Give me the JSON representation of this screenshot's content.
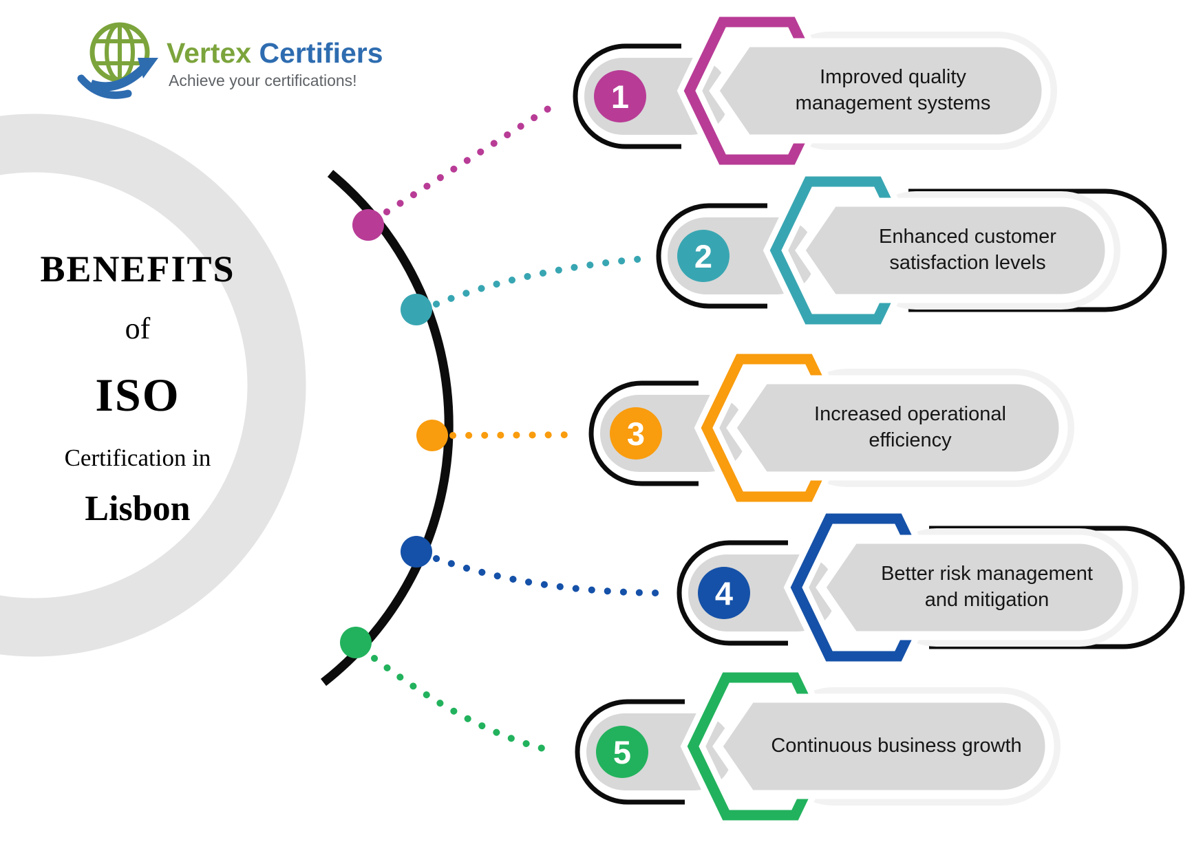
{
  "logo": {
    "brand_first": "Vertex",
    "brand_second": "Certifiers",
    "tagline": "Achieve your certifications!",
    "globe_color": "#7ca43c",
    "arrow_color": "#2e6cb0"
  },
  "title": {
    "line1": "BENEFITS",
    "line2": "of",
    "line3": "ISO",
    "line4": "Certification in",
    "line5": "Lisbon"
  },
  "benefits": [
    {
      "number": "1",
      "label": "Improved quality management systems",
      "color": "#b83c96"
    },
    {
      "number": "2",
      "label": "Enhanced customer satisfaction levels",
      "color": "#38a6b2"
    },
    {
      "number": "3",
      "label": "Increased operational efficiency",
      "color": "#f99c0e"
    },
    {
      "number": "4",
      "label": "Better risk management and mitigation",
      "color": "#1551a8"
    },
    {
      "number": "5",
      "label": "Continuous business growth",
      "color": "#22b25d"
    }
  ],
  "palette": {
    "capsule_gray": "#d8d8d8",
    "halo_gray": "#f2f2f2",
    "ring_gray": "#e4e4e4",
    "line_black": "#0c0c0c",
    "white": "#ffffff"
  }
}
